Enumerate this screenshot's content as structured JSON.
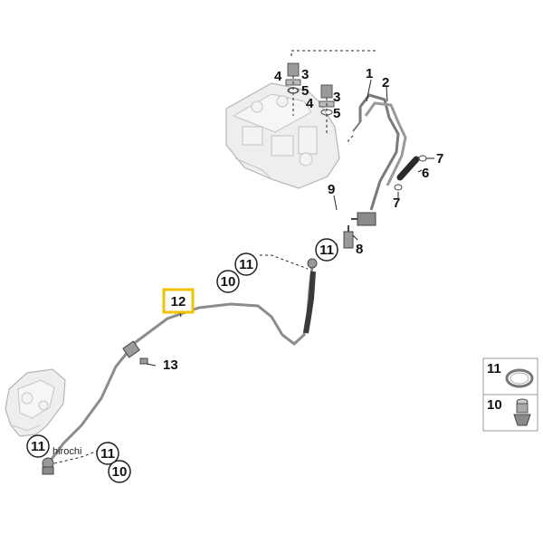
{
  "parts": {
    "p1": "1",
    "p2": "2",
    "p3a": "3",
    "p3b": "3",
    "p4a": "4",
    "p4b": "4",
    "p5a": "5",
    "p5b": "5",
    "p6": "6",
    "p7a": "7",
    "p7b": "7",
    "p8": "8",
    "p9": "9",
    "p10_mid": "10",
    "p10_bottom": "10",
    "p11_right": "11",
    "p11_mid": "11",
    "p11_bottom_a": "11",
    "p11_bottom_b": "11",
    "p12": "12",
    "p13": "13"
  },
  "legend": {
    "item_11": "11",
    "item_10": "10"
  },
  "watermark": "hirochi",
  "colors": {
    "highlight": "#f2c200",
    "hose": "#8c8c8c",
    "hose_dark": "#3a3a3a",
    "part_fill": "#eeeeee",
    "part_stroke": "#b5b5b5"
  },
  "icons": {
    "abs_unit": "abs-unit-icon",
    "brake_caliper": "brake-caliper-icon",
    "seal_ring": "seal-ring-icon",
    "banjo_bolt": "banjo-bolt-icon"
  }
}
